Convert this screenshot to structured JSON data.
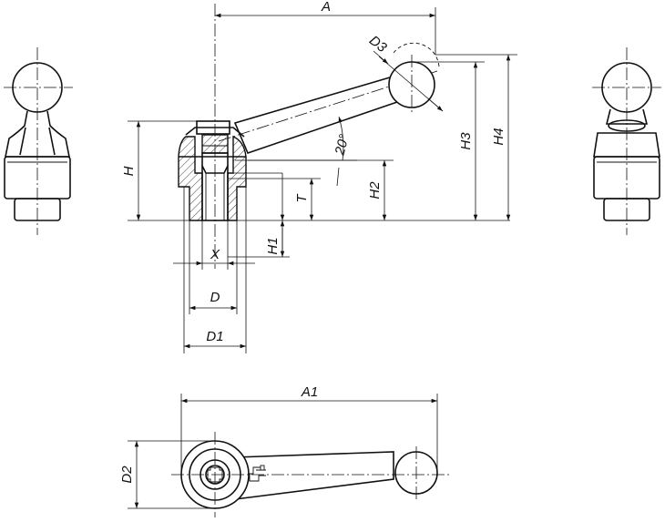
{
  "labels": {
    "A": "A",
    "A1": "A1",
    "D": "D",
    "D1": "D1",
    "D2": "D2",
    "D3": "D3",
    "H": "H",
    "H1": "H1",
    "H2": "H2",
    "H3": "H3",
    "H4": "H4",
    "T": "T",
    "X": "X",
    "angle": "20°"
  },
  "icons": {
    "adjust_symbol": "adjustment-key-icon"
  }
}
